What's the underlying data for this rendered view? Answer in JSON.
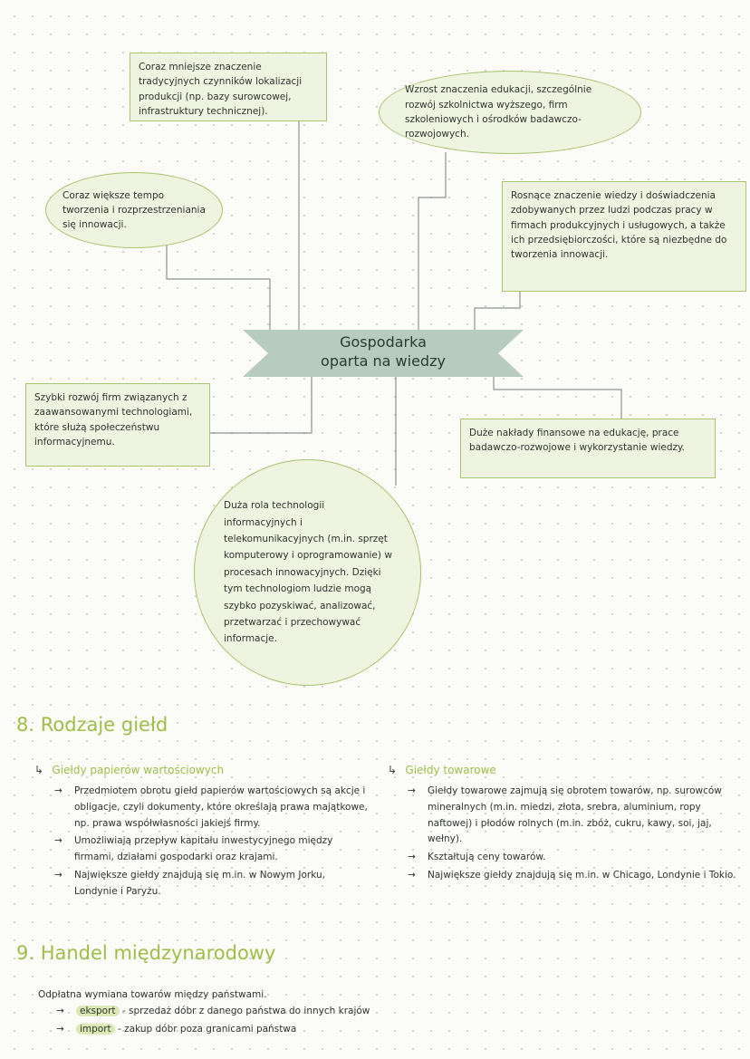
{
  "mindmap": {
    "center": {
      "line1": "Gospodarka",
      "line2": "oparta na wiedzy"
    },
    "nodes": {
      "traditional": "Coraz mniejsze znaczenie tradycyjnych czynników lokalizacji produkcji (np. bazy surowcowej, infrastruktury technicznej).",
      "education": "Wzrost znaczenia edukacji, szczególnie rozwój szkolnictwa wyższego, firm szkoleniowych i ośrodków badawczo-rozwojowych.",
      "innovation_pace": "Coraz większe tempo tworzenia i rozprzestrzeniania się innowacji.",
      "knowledge": "Rosnące znaczenie wiedzy i doświadczenia zdobywanych przez ludzi podczas pracy w firmach produkcyjnych i usługowych, a także ich przedsiębiorczości, które są niezbędne do tworzenia innowacji.",
      "high_tech": "Szybki rozwój firm związanych z zaawansowanymi technologiami, które służą społeczeństwu informacyjnemu.",
      "funding": "Duże nakłady finansowe na edukację, prace badawczo-rozwojowe i wykorzystanie wiedzy.",
      "ict": "Duża rola technologii informacyjnych i telekomunikacyjnych (m.in. sprzęt komputerowy i oprogramowanie) w procesach innowacyjnych. Dzięki tym technologiom ludzie mogą szybko pozyskiwać, analizować, przetwarzać i przechowywać informacje."
    }
  },
  "section8": {
    "title": "8. Rodzaje giełd",
    "left": {
      "arrow": "↳",
      "heading": "Giełdy papierów wartościowych",
      "items": [
        "Przedmiotem obrotu giełd papierów wartościowych są akcje i obligacje, czyli dokumenty, które określają prawa majątkowe, np. prawa współwłasności jakiejś firmy.",
        "Umożliwiają przepływ kapitału inwestycyjnego między firmami, działami gospodarki oraz krajami.",
        "Największe giełdy znajdują się m.in. w Nowym Jorku, Londynie i Paryżu."
      ]
    },
    "right": {
      "arrow": "↳",
      "heading": "Giełdy towarowe",
      "items": [
        "Giełdy towarowe zajmują się obrotem towarów, np. surowców mineralnych (m.in. miedzi, złota, srebra, aluminium, ropy naftowej) i płodów rolnych (m.in. zbóż, cukru, kawy, soi, jaj, wełny).",
        "Kształtują ceny towarów.",
        "Największe giełdy znajdują się m.in. w Chicago, Londynie i Tokio."
      ]
    },
    "bullet": "→"
  },
  "section9": {
    "title": "9. Handel międzynarodowy",
    "intro": "Odpłatna wymiana towarów między państwami.",
    "bullet": "→",
    "items": [
      {
        "term": "eksport",
        "desc": "- sprzedaż dóbr z danego państwa do innych krajów"
      },
      {
        "term": "import",
        "desc": "- zakup dóbr poza granicami państwa"
      }
    ]
  },
  "colors": {
    "accent": "#9dbf4a",
    "box_fill": "#eef4df",
    "box_border": "#a9c36e",
    "banner": "#b7cbbf",
    "connector": "#8e958f"
  }
}
